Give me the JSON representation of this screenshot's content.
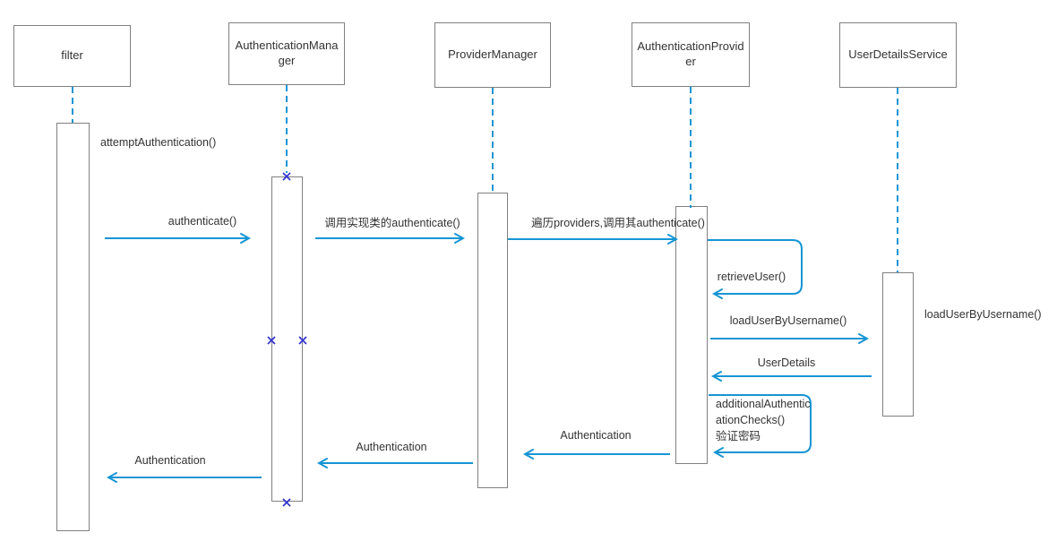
{
  "colors": {
    "connector": "#1795d3",
    "shape_border": "#808080",
    "endpoint_x": "#3232cd",
    "text": "#333333"
  },
  "participants": [
    {
      "id": "filter",
      "label": "filter"
    },
    {
      "id": "authentication-manager",
      "label": "AuthenticationManager"
    },
    {
      "id": "provider-manager",
      "label": "ProviderManager"
    },
    {
      "id": "authentication-provider",
      "label": "AuthenticationProvider"
    },
    {
      "id": "user-details-service",
      "label": "UserDetailsService"
    }
  ],
  "messages": [
    {
      "id": "attempt-authentication",
      "kind": "activation-label",
      "on": "filter",
      "text": "attemptAuthentication()"
    },
    {
      "id": "authenticate",
      "kind": "arrow",
      "from": "filter",
      "to": "AuthenticationManager",
      "text": "authenticate()"
    },
    {
      "id": "call-impl-authenticate",
      "kind": "arrow",
      "from": "AuthenticationManager",
      "to": "ProviderManager",
      "text": "调用实现类的authenticate()"
    },
    {
      "id": "iterate-providers-authenticate",
      "kind": "arrow",
      "from": "ProviderManager",
      "to": "AuthenticationProvider",
      "text": "遍历providers,调用其authenticate()"
    },
    {
      "id": "retrieve-user",
      "kind": "self",
      "on": "AuthenticationProvider",
      "text": "retrieveUser()"
    },
    {
      "id": "load-user-by-username",
      "kind": "arrow",
      "from": "AuthenticationProvider",
      "to": "UserDetailsService",
      "text": "loadUserByUsername()"
    },
    {
      "id": "load-user-by-username-note",
      "kind": "activation-label",
      "on": "UserDetailsService",
      "text": "loadUserByUsername()"
    },
    {
      "id": "user-details",
      "kind": "arrow",
      "from": "UserDetailsService",
      "to": "AuthenticationProvider",
      "text": "UserDetails"
    },
    {
      "id": "additional-authentication-checks",
      "kind": "self",
      "on": "AuthenticationProvider",
      "text": "additionalAuthenticationChecks()\n验证密码"
    },
    {
      "id": "authentication-return-1",
      "kind": "arrow",
      "from": "AuthenticationProvider",
      "to": "ProviderManager",
      "text": "Authentication"
    },
    {
      "id": "authentication-return-2",
      "kind": "arrow",
      "from": "ProviderManager",
      "to": "AuthenticationManager",
      "text": "Authentication"
    },
    {
      "id": "authentication-return-3",
      "kind": "arrow",
      "from": "AuthenticationManager",
      "to": "filter",
      "text": "Authentication"
    }
  ]
}
